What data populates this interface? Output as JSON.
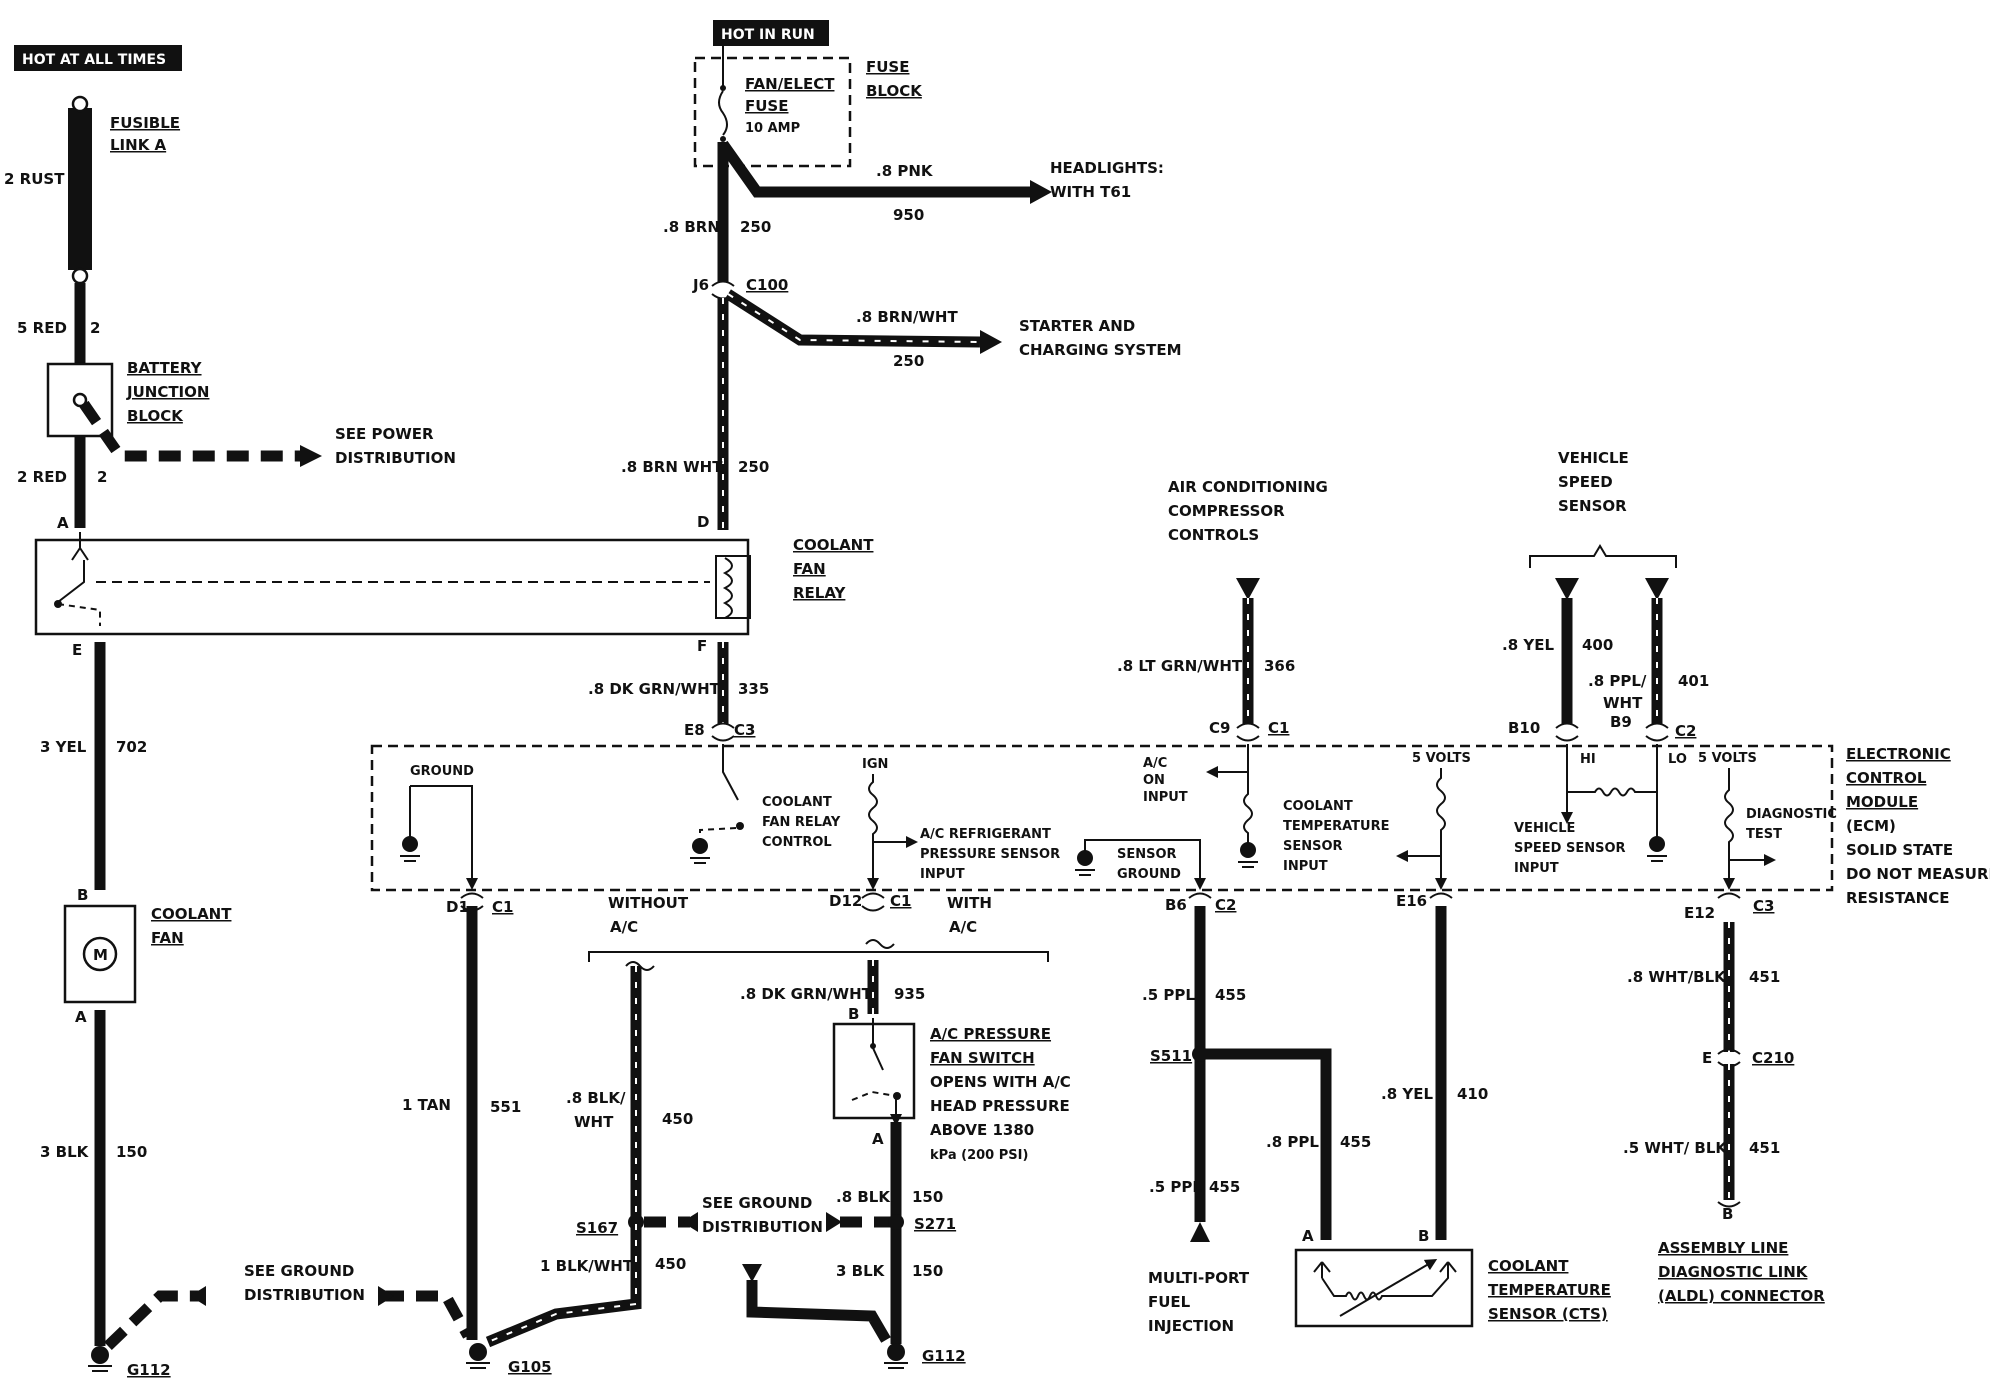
{
  "headers": {
    "hot_all_times": "HOT AT ALL TIMES",
    "hot_in_run": "HOT IN RUN"
  },
  "fusible": {
    "line1": "FUSIBLE",
    "line2": "LINK A",
    "wire": "2 RUST"
  },
  "battery_junction": {
    "line1": "BATTERY",
    "line2": "JUNCTION",
    "line3": "BLOCK",
    "wire_top": "5 RED",
    "wire_top_ckt": "2",
    "wire_bot": "2 RED",
    "wire_bot_ckt": "2"
  },
  "power_dist": {
    "line1": "SEE POWER",
    "line2": "DISTRIBUTION"
  },
  "fuse_block": {
    "line1": "FUSE",
    "line2": "BLOCK",
    "fuse_line1": "FAN/ELECT",
    "fuse_line2": "FUSE",
    "rating": "10 AMP"
  },
  "headlights": {
    "line1": "HEADLIGHTS:",
    "line2": "WITH T61",
    "wire": ".8 PNK",
    "ckt": "950"
  },
  "feed_wire": {
    "wire": ".8 BRN",
    "ckt": "250"
  },
  "splice_j6": {
    "pin": "J6",
    "conn": "C100"
  },
  "starter": {
    "line1": "STARTER AND",
    "line2": "CHARGING SYSTEM",
    "wire": ".8 BRN/WHT",
    "ckt": "250"
  },
  "relay_feed": {
    "wire": ".8 BRN WHT",
    "ckt": "250"
  },
  "relay": {
    "line1": "COOLANT",
    "line2": "FAN",
    "line3": "RELAY",
    "pin_a": "A",
    "pin_d": "D",
    "pin_e": "E",
    "pin_f": "F"
  },
  "relay_ctrl_wire": {
    "wire": ".8 DK GRN/WHT",
    "ckt": "335"
  },
  "fan_feed": {
    "wire": "3 YEL",
    "ckt": "702"
  },
  "coolant_fan": {
    "line1": "COOLANT",
    "line2": "FAN",
    "pin_b": "B",
    "pin_a": "A",
    "motor": "M"
  },
  "fan_ground": {
    "wire": "3 BLK",
    "ckt": "150",
    "ground": "G112"
  },
  "ground_dist1": {
    "line1": "SEE GROUND",
    "line2": "DISTRIBUTION"
  },
  "ecm": {
    "line1": "ELECTRONIC",
    "line2": "CONTROL",
    "line3": "MODULE",
    "line4": "(ECM)",
    "line5": "SOLID STATE",
    "line6": "DO NOT MEASURE",
    "line7": "RESISTANCE"
  },
  "ecm_inside": {
    "ground": "GROUND",
    "relay_ctrl1": "COOLANT",
    "relay_ctrl2": "FAN RELAY",
    "relay_ctrl3": "CONTROL",
    "ign": "IGN",
    "ac_ref1": "A/C REFRIGERANT",
    "ac_ref2": "PRESSURE SENSOR",
    "ac_ref3": "INPUT",
    "ac_on1": "A/C",
    "ac_on2": "ON",
    "ac_on3": "INPUT",
    "sensor_gnd1": "SENSOR",
    "sensor_gnd2": "GROUND",
    "cts1": "COOLANT",
    "cts2": "TEMPERATURE",
    "cts3": "SENSOR",
    "cts4": "INPUT",
    "five_volts": "5 VOLTS",
    "five_volts2": "5 VOLTS",
    "hi": "HI",
    "lo": "LO",
    "vss1": "VEHICLE",
    "vss2": "SPEED SENSOR",
    "vss3": "INPUT",
    "diag1": "DIAGNOSTIC",
    "diag2": "TEST"
  },
  "pins": {
    "e8": "E8",
    "c3a": "C3",
    "c9": "C9",
    "c1a": "C1",
    "b10": "B10",
    "b9": "B9",
    "c2a": "C2",
    "d1": "D1",
    "c1b": "C1",
    "d12": "D12",
    "c1c": "C1",
    "b6": "B6",
    "c2b": "C2",
    "e16": "E16",
    "e12": "E12",
    "c3b": "C3"
  },
  "ac_comp": {
    "line1": "AIR CONDITIONING",
    "line2": "COMPRESSOR",
    "line3": "CONTROLS",
    "wire": ".8 LT GRN/WHT",
    "ckt": "366"
  },
  "vss": {
    "line1": "VEHICLE",
    "line2": "SPEED",
    "line3": "SENSOR",
    "wire1": ".8 YEL",
    "ckt1": "400",
    "wire2a": ".8 PPL/",
    "wire2b": "WHT",
    "ckt2": "401"
  },
  "d1_wire": {
    "wire": "1 TAN",
    "ckt": "551",
    "ground": "G105"
  },
  "ac_split": {
    "without1": "WITHOUT",
    "without2": "A/C",
    "with1": "WITH",
    "with2": "A/C"
  },
  "without_wire": {
    "wire1": ".8 BLK/",
    "wire2": "WHT",
    "ckt": "450",
    "splice": "S167",
    "wire_b": "1 BLK/WHT",
    "ckt_b": "450"
  },
  "ground_dist2": {
    "line1": "SEE GROUND",
    "line2": "DISTRIBUTION"
  },
  "ac_switch": {
    "line1": "A/C PRESSURE",
    "line2": "FAN SWITCH",
    "line3": "OPENS WITH A/C",
    "line4": "HEAD PRESSURE",
    "line5": "ABOVE 1380",
    "line6": "kPa (200 PSI)",
    "pin_b": "B",
    "pin_a": "A",
    "wire": ".8 DK GRN/WHT",
    "ckt": "935"
  },
  "ac_sw_gnd": {
    "wire": ".8 BLK",
    "ckt": "150",
    "splice": "S271",
    "wire_b": "3 BLK",
    "ckt_b": "150",
    "ground": "G112"
  },
  "b6_wire": {
    "wire": ".5 PPL",
    "ckt": "455",
    "splice": "S511",
    "wire_b": ".5 PPL",
    "ckt_b": "455",
    "wire_c": ".8 PPL",
    "ckt_c": "455"
  },
  "mpfi": {
    "line1": "MULTI-PORT",
    "line2": "FUEL",
    "line3": "INJECTION"
  },
  "e16_wire": {
    "wire": ".8 YEL",
    "ckt": "410"
  },
  "cts": {
    "line1": "COOLANT",
    "line2": "TEMPERATURE",
    "line3": "SENSOR (CTS)",
    "pin_a": "A",
    "pin_b": "B"
  },
  "aldl_wire": {
    "wire1": ".8 WHT/BLK",
    "ckt1": "451",
    "pin_e": "E",
    "conn": "C210",
    "wire2": ".5 WHT/ BLK",
    "ckt2": "451",
    "pin_b": "B"
  },
  "aldl": {
    "line1": "ASSEMBLY LINE",
    "line2": "DIAGNOSTIC LINK",
    "line3": "(ALDL) CONNECTOR"
  }
}
